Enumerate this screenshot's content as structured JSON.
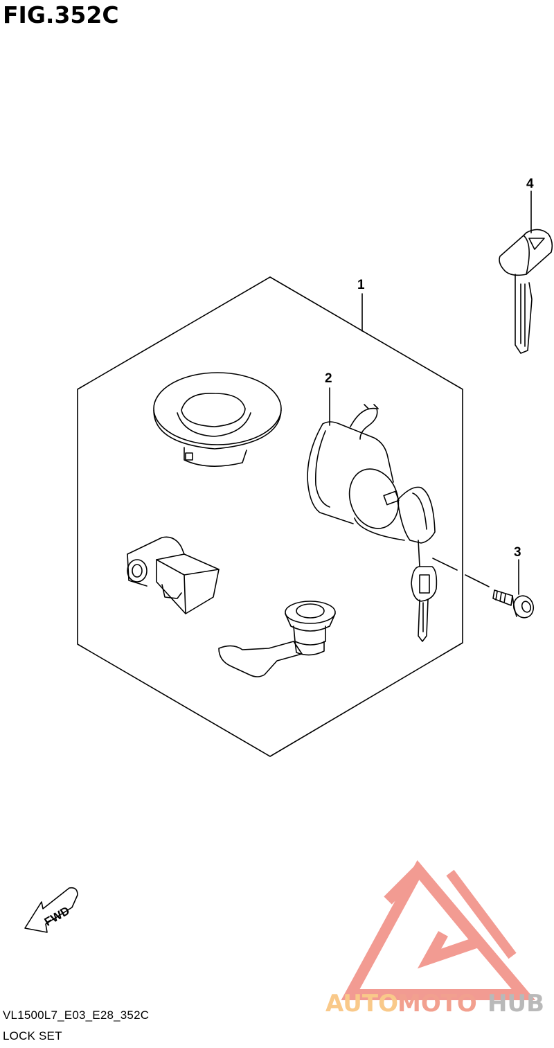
{
  "figure": {
    "title": "FIG.352C",
    "code": "VL1500L7_E03_E28_352C",
    "name": "LOCK SET"
  },
  "callouts": [
    {
      "id": "1",
      "label": "1"
    },
    {
      "id": "2",
      "label": "2"
    },
    {
      "id": "3",
      "label": "3"
    },
    {
      "id": "4",
      "label": "4"
    }
  ],
  "direction_indicator": {
    "label": "FWD"
  },
  "watermark": {
    "auto": "AUTO",
    "moto": "MOTO",
    "hub": "HUB",
    "color_auto": "#f9c98a",
    "color_moto": "#f2a08f",
    "color_hub": "#b9b9b9"
  },
  "colors": {
    "line": "#000000",
    "watermark_logo": "#f08a80"
  }
}
